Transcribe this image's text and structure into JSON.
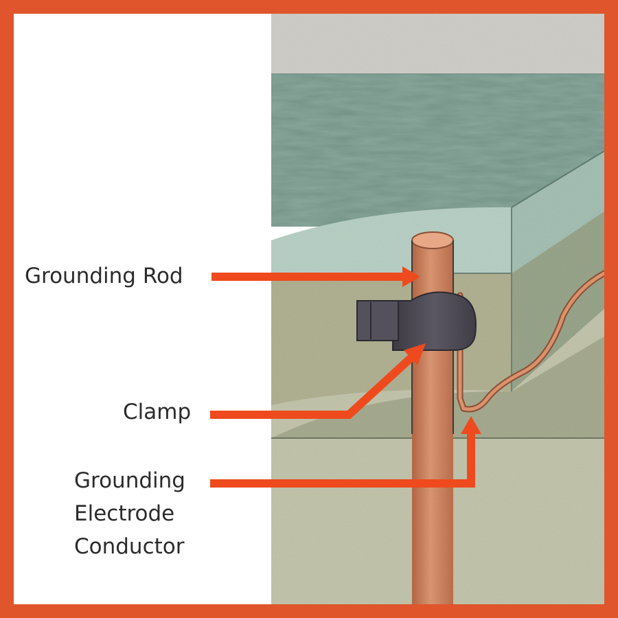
{
  "colors": {
    "frame": "#e0552b",
    "background": "#ffffff",
    "arrow": "#ee4a1e",
    "label_text": "#2b2b2b",
    "rod": "#d9865f",
    "clamp": "#4e4b55",
    "conductor": "#c97852",
    "concrete": "#d4d2cd",
    "top_soil": "#8aa89c",
    "mid_soil": "#b9d2c7",
    "lower_soil": "#b5b79b"
  },
  "labels": {
    "grounding_rod": "Grounding Rod",
    "clamp": "Clamp",
    "gec_line1": "Grounding",
    "gec_line2": "Electrode",
    "gec_line3": "Conductor"
  }
}
